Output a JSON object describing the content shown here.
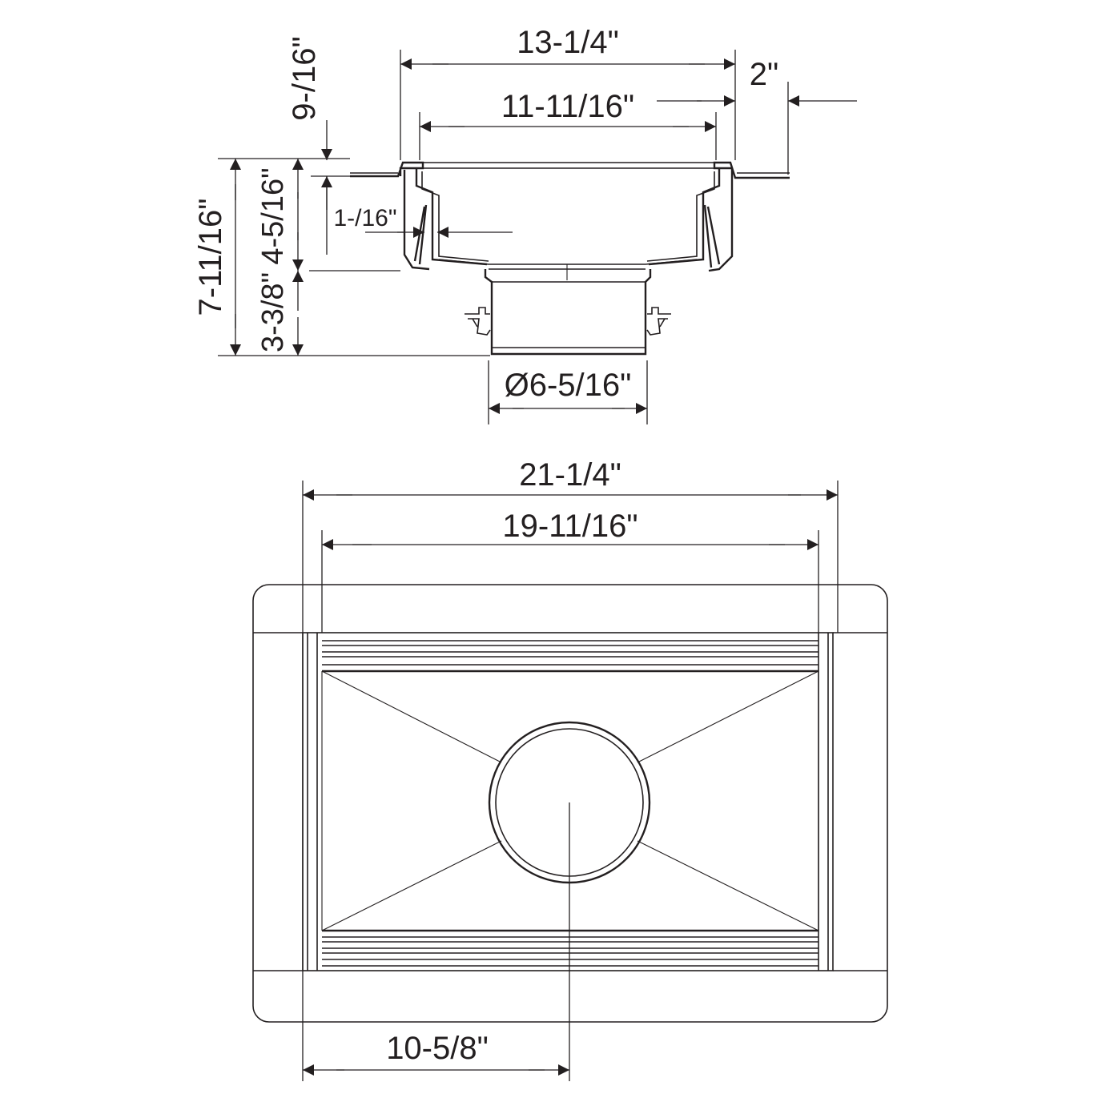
{
  "side_view": {
    "dims": {
      "overall_width": "13-1/4\"",
      "inner_width": "11-11/16\"",
      "flange": "2\"",
      "outlet_diameter": "Ø6-5/16\"",
      "overall_height": "7-11/16\"",
      "body_height": "4-5/16\"",
      "outlet_height": "3-3/8\"",
      "top_offset": "9-/16\"",
      "wall": "1-/16\""
    }
  },
  "top_view": {
    "dims": {
      "overall_length": "21-1/4\"",
      "inner_length": "19-11/16\"",
      "outlet_offset": "10-5/8\""
    }
  }
}
